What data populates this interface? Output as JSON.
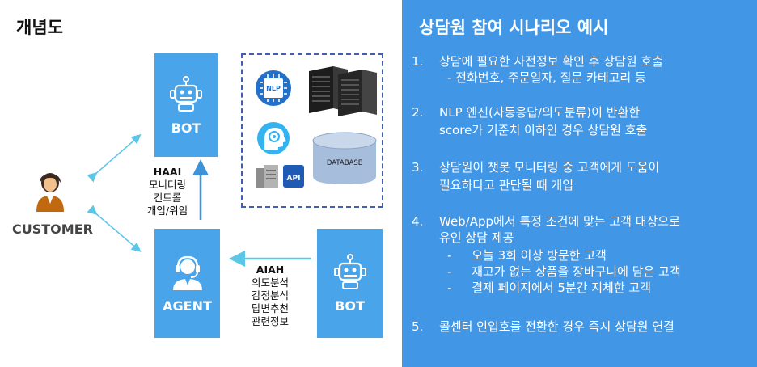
{
  "left": {
    "title": "개념도",
    "bot_top_label": "BOT",
    "agent_label": "AGENT",
    "bot_bottom_label": "BOT",
    "customer_label": "CUSTOMER",
    "haai": {
      "title": "HAAI",
      "lines": [
        "모니터링",
        "컨트롤",
        "개입/위임"
      ]
    },
    "aiah": {
      "title": "AIAH",
      "lines": [
        "의도분석",
        "감정분석",
        "답변추천",
        "관련정보"
      ]
    },
    "resources": {
      "nlp_chip": "NLP",
      "api_badge": "API",
      "database": "DATABASE"
    }
  },
  "right": {
    "title": "상담원 참여 시나리오 예시",
    "items": [
      {
        "num": "1.",
        "lines": [
          "상담에 필요한 사전정보 확인 후 상담원 호출"
        ],
        "subs": [
          "- 전화번호, 주문일자, 질문 카테고리 등"
        ]
      },
      {
        "num": "2.",
        "lines": [
          "NLP 엔진(자동응답/의도분류)이 반환한",
          "score가 기준치 이하인 경우 상담원 호출"
        ],
        "subs": []
      },
      {
        "num": "3.",
        "lines": [
          "상담원이 챗봇 모니터링 중 고객에게 도움이",
          "필요하다고 판단될 때 개입"
        ],
        "subs": []
      },
      {
        "num": "4.",
        "lines": [
          "Web/App에서 특정 조건에 맞는 고객 대상으로",
          "유인 상담 제공"
        ],
        "subs": [
          "오늘 3회 이상 방문한 고객",
          "재고가 없는 상품을 장바구니에 담은 고객",
          "결제 페이지에서 5분간 지체한 고객"
        ]
      },
      {
        "num": "5.",
        "lines": [
          "콜센터 인입호를 전환한 경우 즉시 상담원 연결"
        ],
        "subs": []
      }
    ]
  },
  "colors": {
    "box_blue": "#4aa4ea",
    "panel_blue": "#4196e6",
    "arrow_teal": "#5bc6e6",
    "dash_navy": "#3f5fb0"
  }
}
